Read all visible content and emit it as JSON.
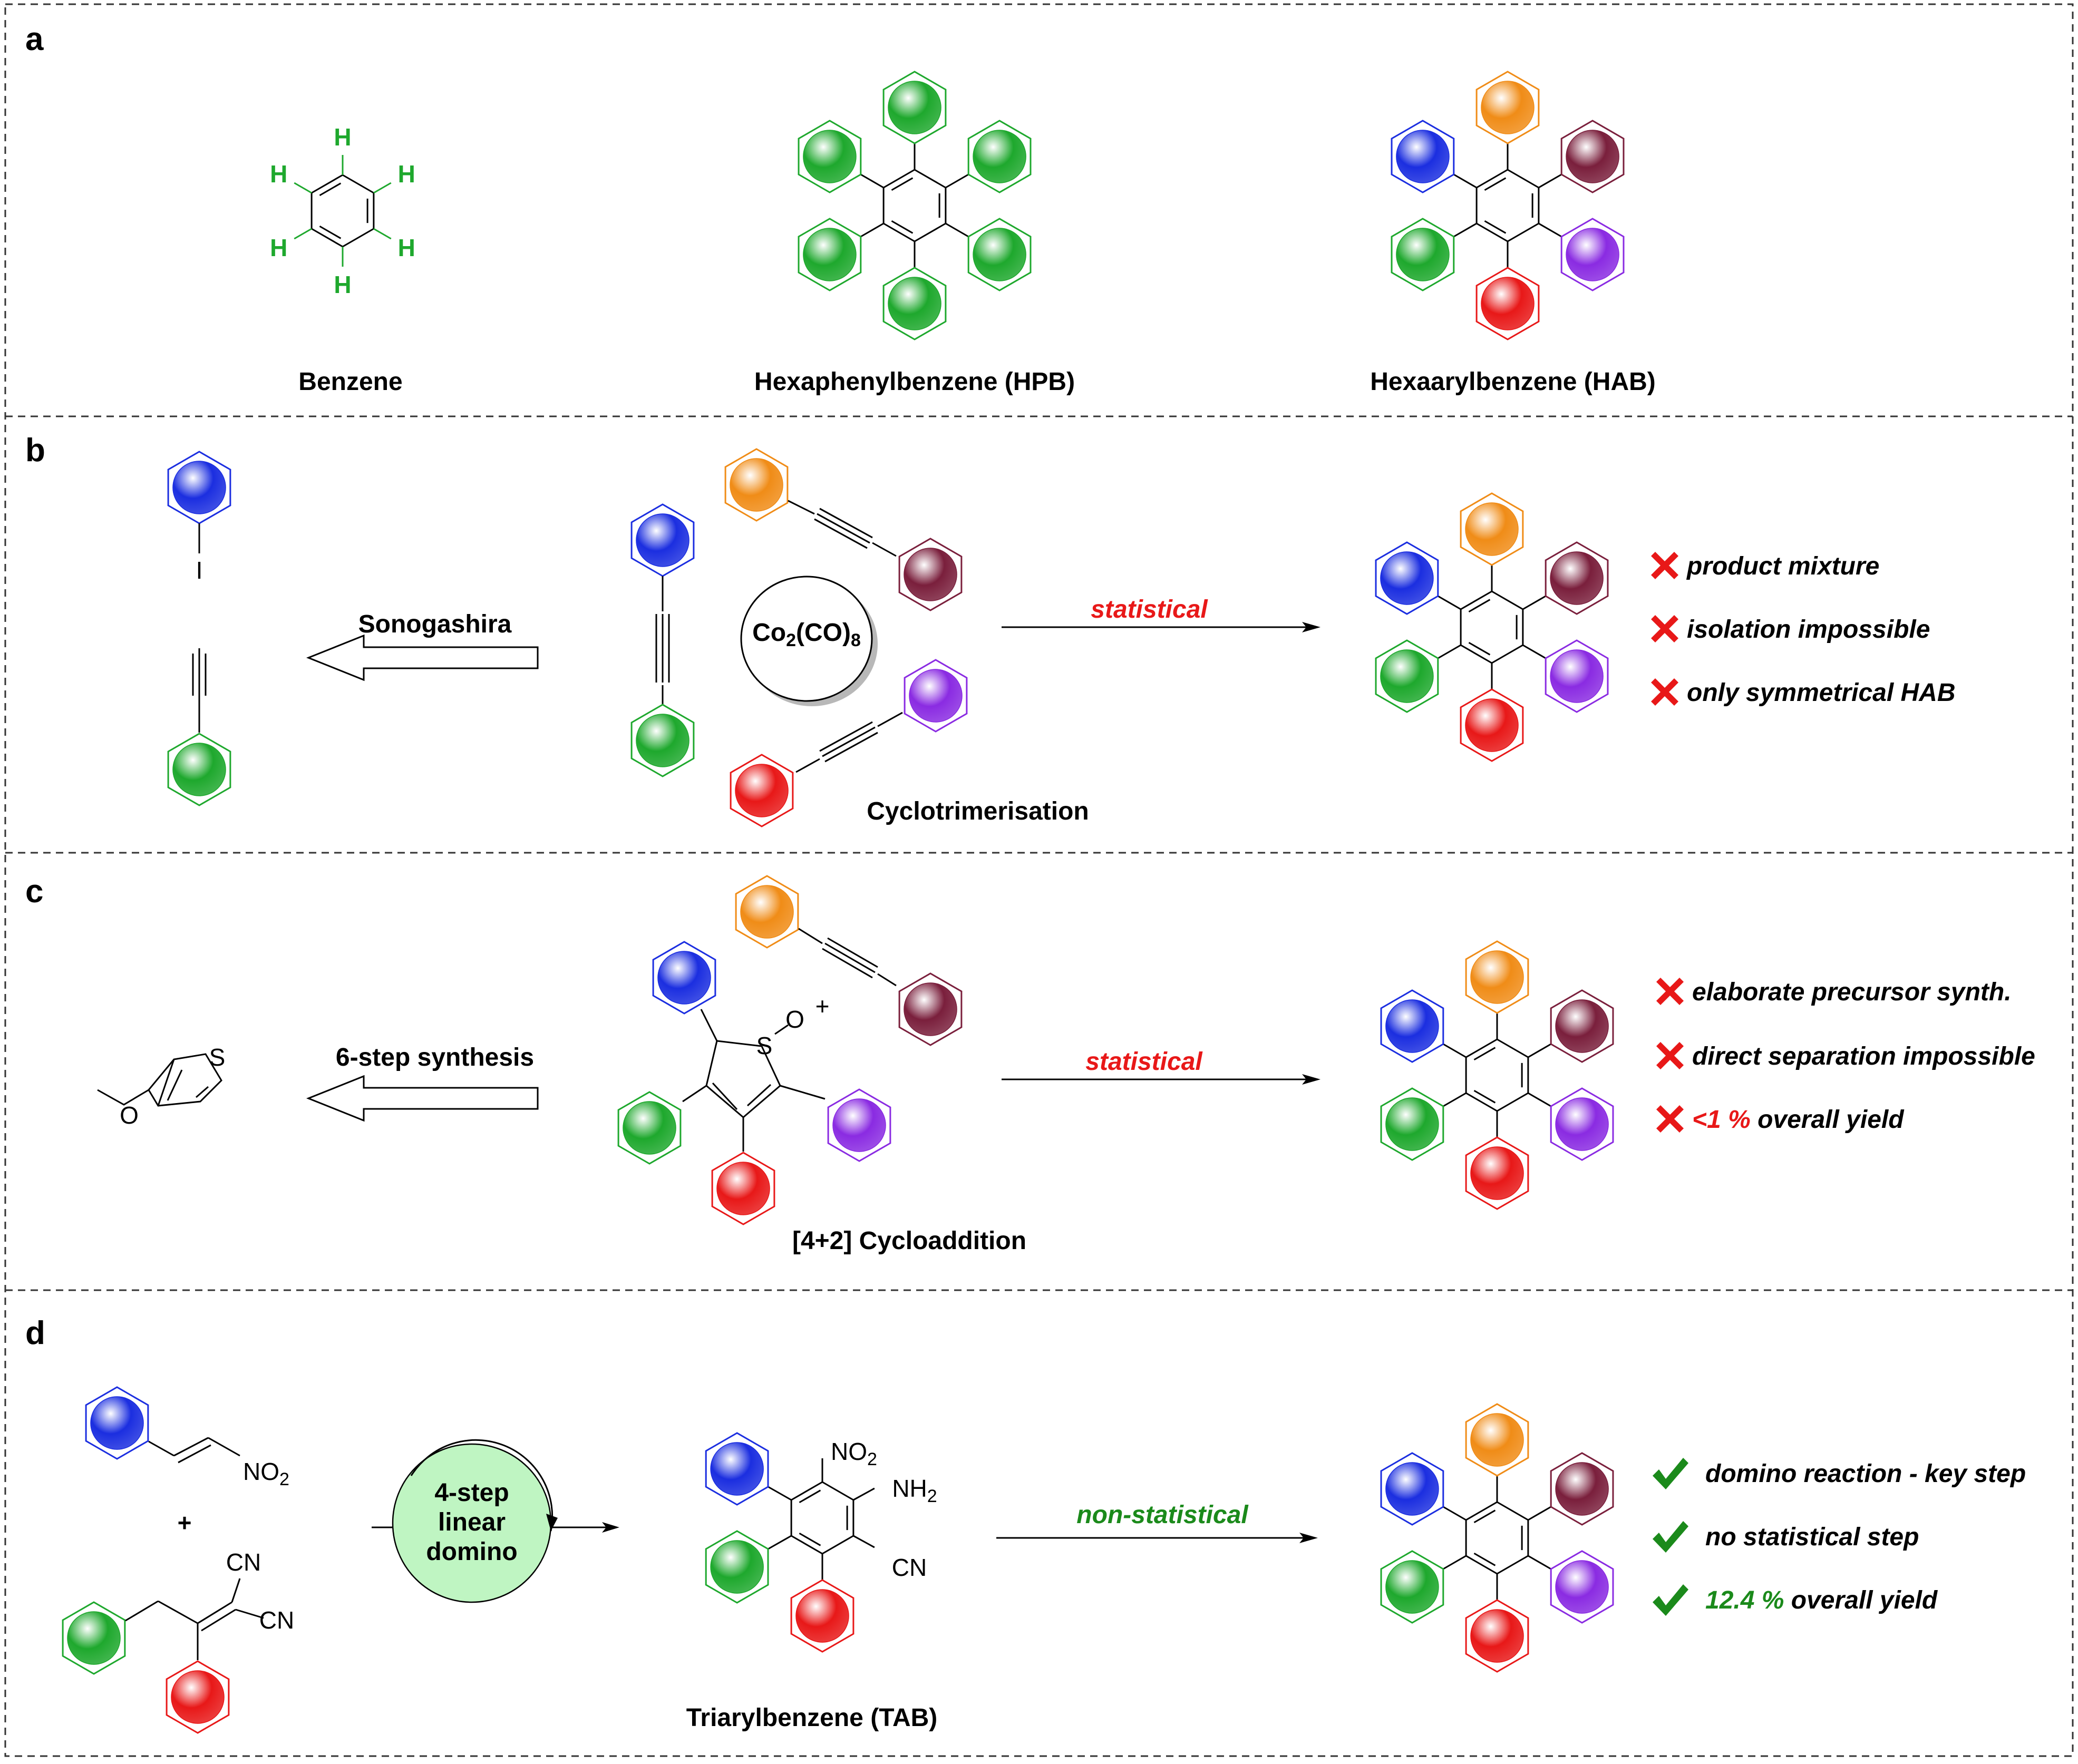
{
  "colors": {
    "blue": "#1b2ee0",
    "orange": "#f08c17",
    "maroon": "#7a1f3c",
    "purple": "#8a2be2",
    "red": "#e81818",
    "green": "#1ea82d",
    "text_red": "#e81818",
    "text_green": "#1b8a1b",
    "cross": "#e81818",
    "check": "#1b8a1b",
    "domino_fill": "#bff5c2",
    "hydrogen": "#1ea82d"
  },
  "panels": {
    "a": {
      "letter": "a",
      "hydrogen_label": "H",
      "benzene_label": "Benzene",
      "hpb_label": "Hexaphenylbenzene (HPB)",
      "hab_label": "Hexaarylbenzene (HAB)"
    },
    "b": {
      "letter": "b",
      "iodo": "I",
      "retro_label": "Sonogashira",
      "catalyst_main": "Co",
      "catalyst_sub1": "2",
      "catalyst_mid": "(CO)",
      "catalyst_sub2": "8",
      "method_label": "Cyclotrimerisation",
      "condition": "statistical",
      "notes": [
        "product mixture",
        "isolation impossible",
        "only symmetrical HAB"
      ]
    },
    "c": {
      "letter": "c",
      "methoxy": "O",
      "thiophene_s": "S",
      "retro_label": "6-step synthesis",
      "plus": "+",
      "sulfoxide_s": "S",
      "sulfoxide_o": "O",
      "method_label": "[4+2] Cycloaddition",
      "condition": "statistical",
      "notes": [
        {
          "pre": "",
          "red": "",
          "post": "elaborate precursor synth."
        },
        {
          "pre": "",
          "red": "",
          "post": "direct separation impossible"
        },
        {
          "pre": "",
          "red": "<1 %",
          "post": " overall yield"
        }
      ]
    },
    "d": {
      "letter": "d",
      "nitro_N": "NO",
      "nitro_sub": "2",
      "plus": "+",
      "cn1": "CN",
      "cn2": "CN",
      "domino_lines": [
        "4-step",
        "linear",
        "domino"
      ],
      "tab_no2": "NO",
      "tab_no2_sub": "2",
      "tab_nh2": "NH",
      "tab_nh2_sub": "2",
      "tab_cn": "CN",
      "tab_label": "Triarylbenzene (TAB)",
      "condition": "non-statistical",
      "notes": [
        {
          "green": "",
          "post": "domino reaction - key step"
        },
        {
          "green": "",
          "post": "no statistical step"
        },
        {
          "green": "12.4 %",
          "post": " overall yield"
        }
      ]
    }
  }
}
